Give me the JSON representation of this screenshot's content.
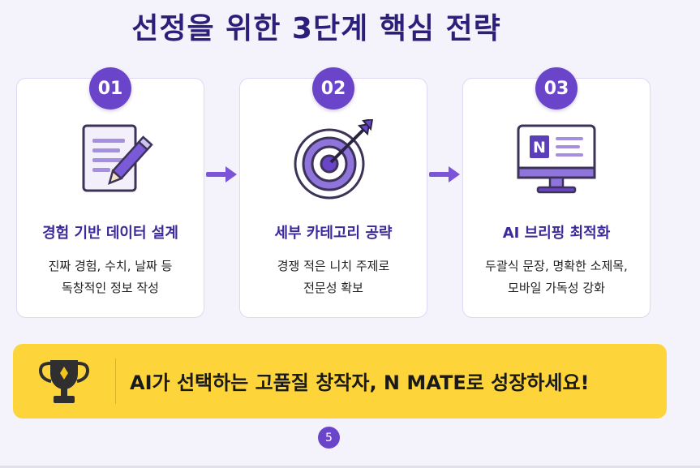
{
  "title": "선정을 위한 3단계 핵심 전략",
  "cards": [
    {
      "number": "01",
      "title": "경험 기반 데이터 설계",
      "desc": [
        "진짜 경험, 수치, 날짜 등",
        "독창적인 정보 작성"
      ],
      "icon": "document-pencil-icon"
    },
    {
      "number": "02",
      "title": "세부 카테고리 공략",
      "desc": [
        "경쟁 적은 니치 주제로",
        "전문성 확보"
      ],
      "icon": "target-arrow-icon"
    },
    {
      "number": "03",
      "title": "AI 브리핑 최적화",
      "desc": [
        "두괄식 문장, 명확한 소제목,",
        "모바일 가독성 강화"
      ],
      "icon": "monitor-icon",
      "monitor_letter": "N"
    }
  ],
  "banner": {
    "text": "AI가 선택하는 고품질 창작자, N MATE로 성장하세요!",
    "icon": "trophy-icon"
  },
  "page_number": "5",
  "colors": {
    "accent": "#6b45c9",
    "title": "#2c1f7a",
    "banner": "#fdd53b"
  }
}
